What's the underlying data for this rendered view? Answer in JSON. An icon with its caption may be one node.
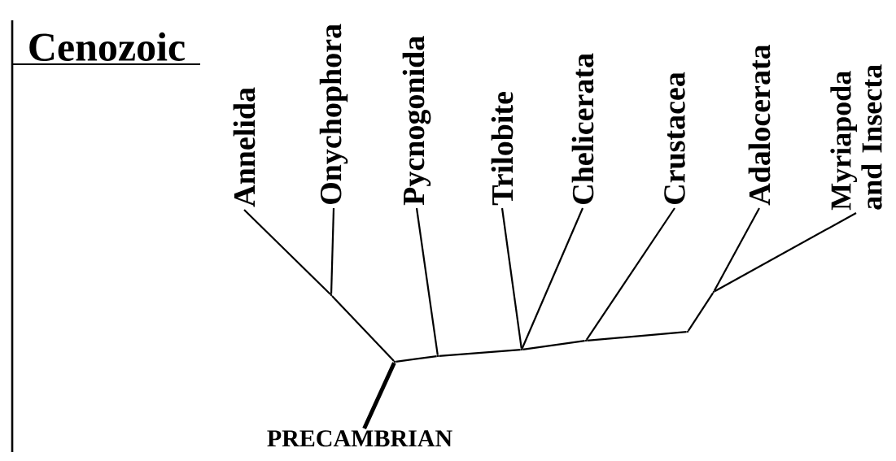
{
  "diagram": {
    "nodes": [
      {
        "text": [
          "Annelida"
        ]
      },
      {
        "text": [
          "Onychophora"
        ]
      },
      {
        "text": [
          "Pycnogonida"
        ]
      },
      {
        "text": [
          "Trilobite"
        ]
      },
      {
        "text": [
          "Chelicerata"
        ]
      },
      {
        "text": [
          "Crustacea"
        ]
      },
      {
        "text": [
          "Adalocerata"
        ]
      },
      {
        "text": [
          "Myriapoda and Insecta"
        ]
      },
      {
        "text": [],
        "shape": "point"
      },
      {
        "text": [],
        "shape": "point"
      },
      {
        "text": [],
        "shape": "point"
      },
      {
        "text": [],
        "shape": "point"
      },
      {
        "text": [],
        "shape": "point"
      },
      {
        "text": [],
        "shape": "point"
      },
      {
        "text": [],
        "shape": "point"
      },
      {
        "text": [
          "PRECAMBRIAN"
        ]
      }
    ],
    "edges": [
      {
        "from": 15,
        "to": 9,
        "arrow": "none",
        "style": "thick"
      },
      {
        "from": 9,
        "to": 8,
        "arrow": "none"
      },
      {
        "from": 8,
        "to": 0,
        "arrow": "none"
      },
      {
        "from": 8,
        "to": 1,
        "arrow": "none"
      },
      {
        "from": 9,
        "to": 10,
        "arrow": "none"
      },
      {
        "from": 10,
        "to": 2,
        "arrow": "none"
      },
      {
        "from": 10,
        "to": 11,
        "arrow": "none"
      },
      {
        "from": 11,
        "to": 3,
        "arrow": "none"
      },
      {
        "from": 11,
        "to": 4,
        "arrow": "none"
      },
      {
        "from": 11,
        "to": 12,
        "arrow": "none"
      },
      {
        "from": 12,
        "to": 5,
        "arrow": "none"
      },
      {
        "from": 12,
        "to": 13,
        "arrow": "none"
      },
      {
        "from": 13,
        "to": 14,
        "arrow": "none"
      },
      {
        "from": 14,
        "to": 6,
        "arrow": "none"
      },
      {
        "from": 14,
        "to": 7,
        "arrow": "none"
      }
    ],
    "labels": [
      "Cenozoic"
    ]
  }
}
